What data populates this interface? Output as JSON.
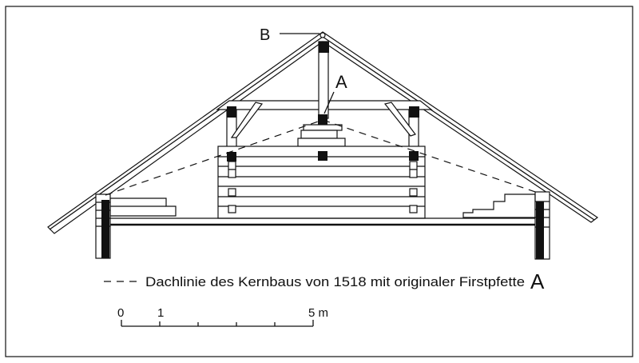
{
  "labels": {
    "ridge_label": "B",
    "purlin_label": "A"
  },
  "legend": {
    "text": "Dachlinie des Kernbaus von 1518 mit originaler Firstpfette",
    "marker": "A"
  },
  "scale": {
    "ticks": [
      "0",
      "1",
      "5 m"
    ]
  },
  "colors": {
    "ink": "#111111",
    "paper": "#ffffff"
  }
}
